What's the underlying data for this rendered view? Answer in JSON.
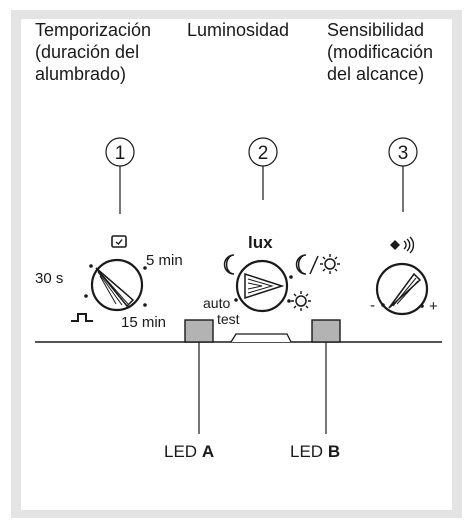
{
  "headings": {
    "timing": [
      "Temporización",
      "(duración del",
      "alumbrado)"
    ],
    "luminosity": [
      "Luminosidad"
    ],
    "sensitivity": [
      "Sensibilidad",
      "(modificación",
      "del alcance)"
    ]
  },
  "callouts": [
    "1",
    "2",
    "3"
  ],
  "timer": {
    "label_30s": "30 s",
    "label_5min": "5 min",
    "label_15min": "15 min"
  },
  "lux_dial": {
    "label": "lux",
    "auto": "auto",
    "test": "test"
  },
  "sens_dial": {
    "minus": "-",
    "plus": "+"
  },
  "leds": {
    "a": {
      "prefix": "LED",
      "letter": "A"
    },
    "b": {
      "prefix": "LED",
      "letter": "B"
    }
  },
  "colors": {
    "frame": "#e4e4e4",
    "line": "#1a1a1a",
    "led_fill": "#b3b3b3"
  },
  "icons": [
    "clock-icon",
    "pulse-icon",
    "moon-icon",
    "moon-sun-icon",
    "sun-icon",
    "sensor-range-icon"
  ]
}
